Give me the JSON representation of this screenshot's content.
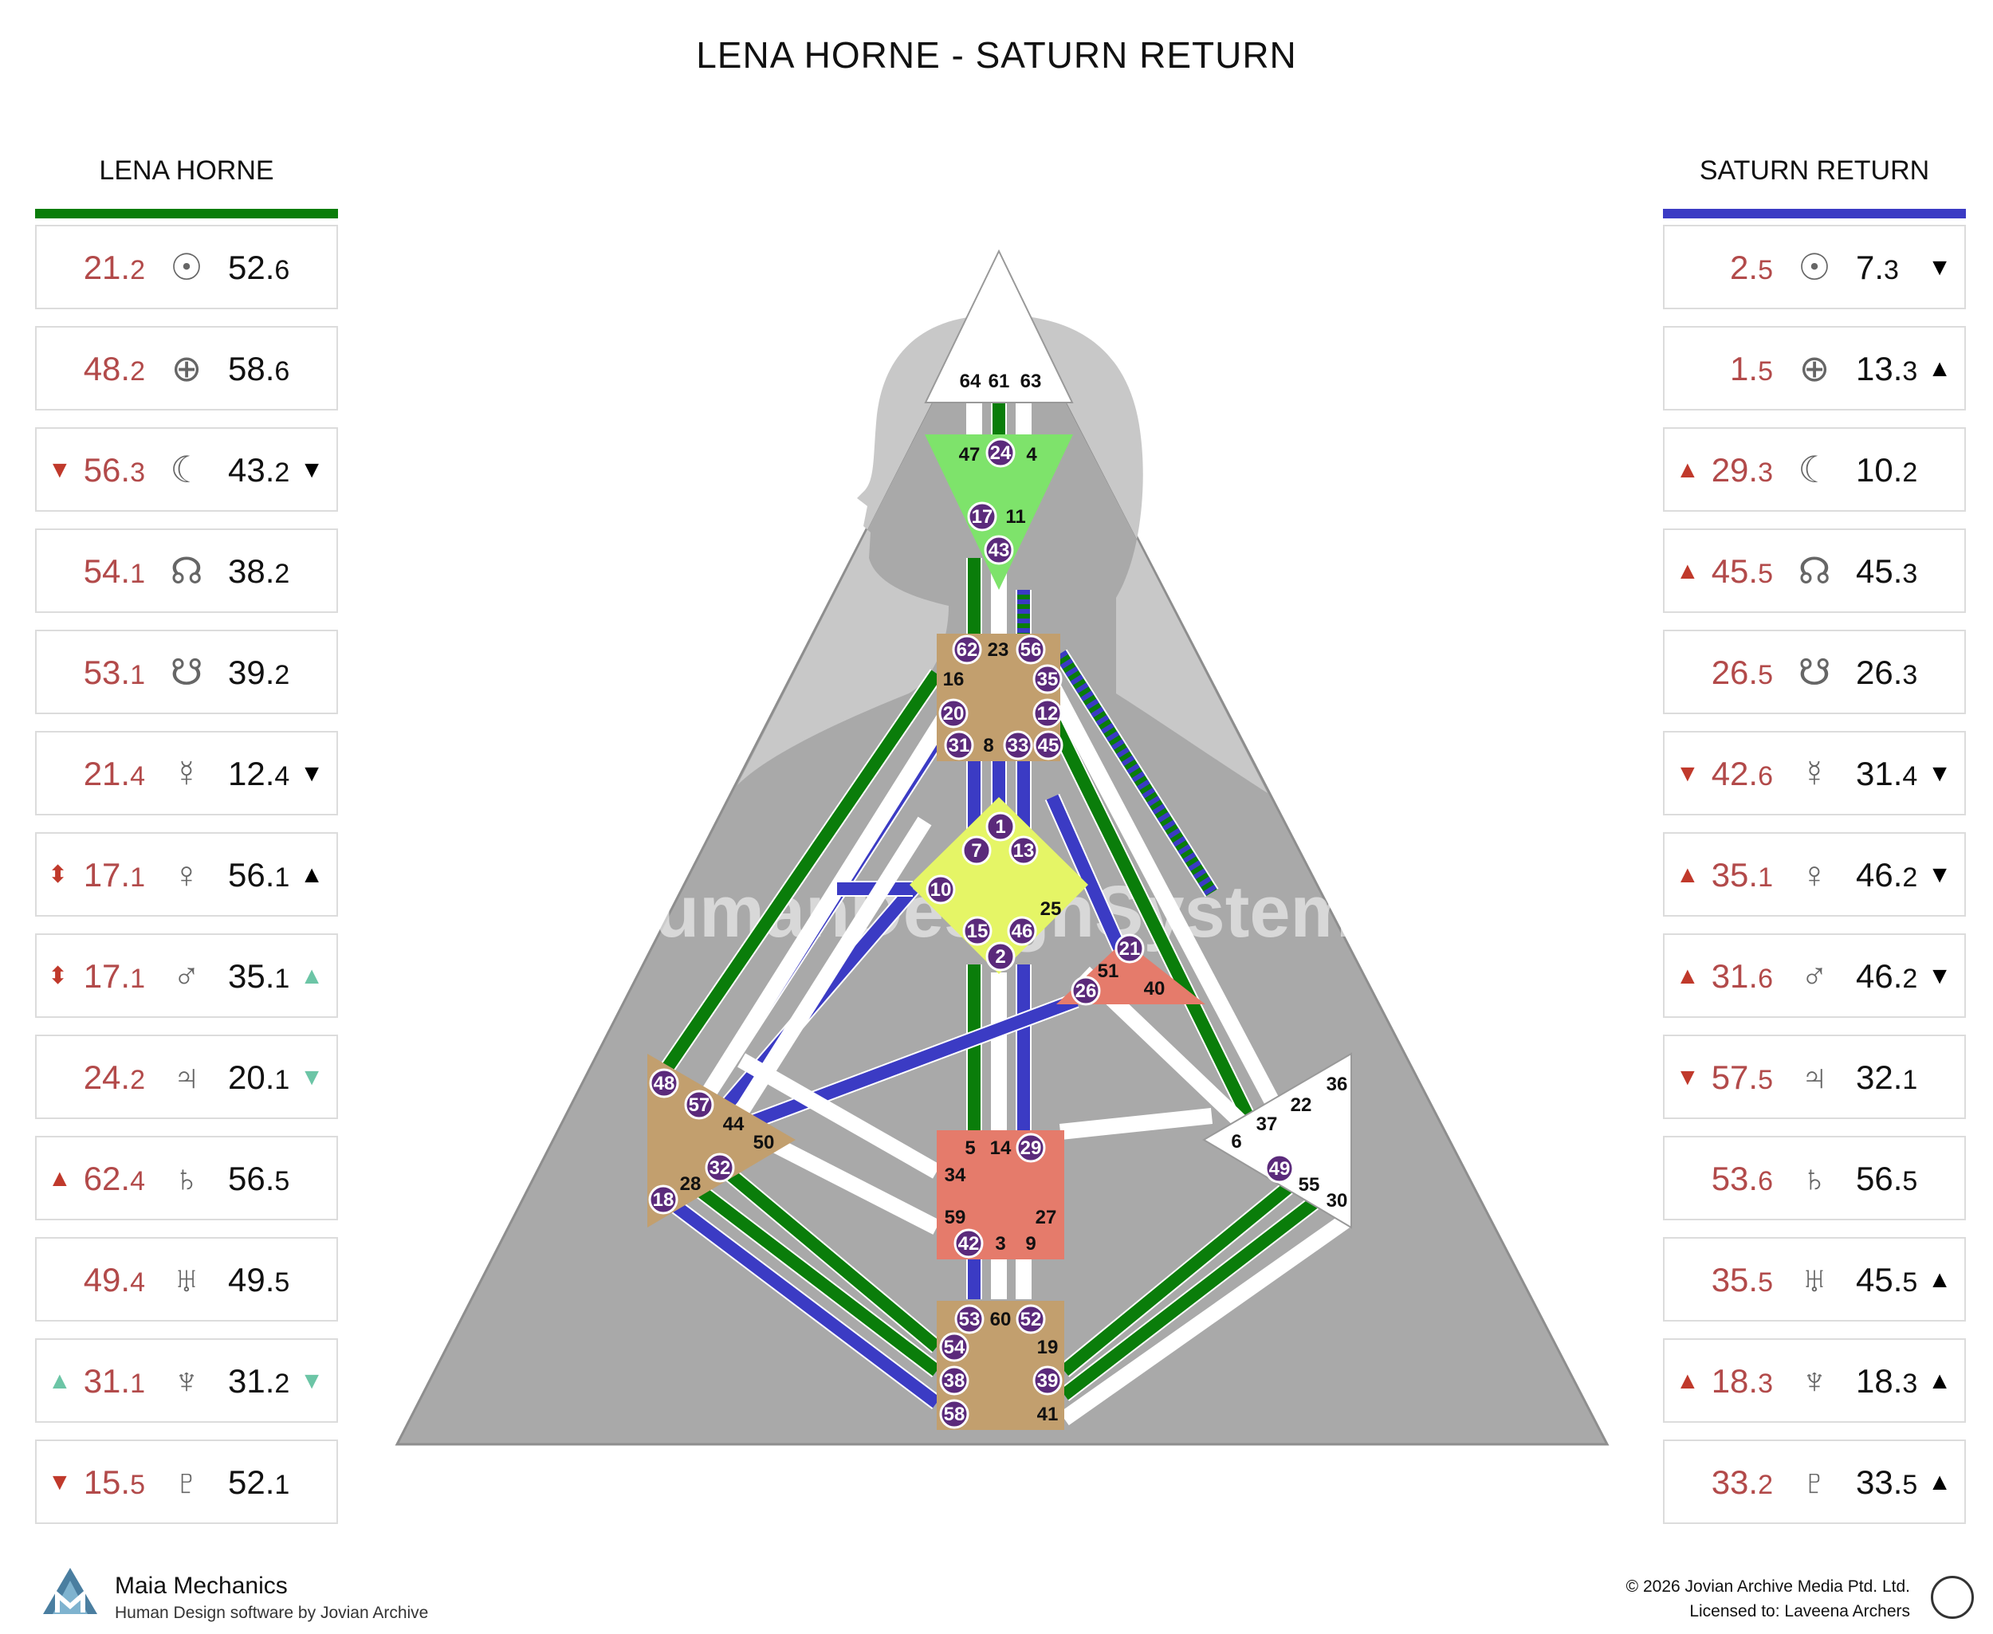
{
  "title": "LENA HORNE - SATURN RETURN",
  "watermark": "TheHumanDesignSystem.com",
  "left": {
    "heading": "LENA HORNE",
    "bar_color": "#0a7d0a",
    "rows": [
      {
        "planet": "sun-icon",
        "glyph": "☉",
        "a": "21.",
        "a_sub": "2",
        "b": "52.",
        "b_sub": "6",
        "la": "",
        "ra": ""
      },
      {
        "planet": "earth-icon",
        "glyph": "⊕",
        "a": "48.",
        "a_sub": "2",
        "b": "58.",
        "b_sub": "6",
        "la": "",
        "ra": ""
      },
      {
        "planet": "moon-icon",
        "glyph": "☾",
        "a": "56.",
        "a_sub": "3",
        "b": "43.",
        "b_sub": "2",
        "la": "▼",
        "la_c": "r-red",
        "ra": "▼",
        "ra_c": "r-blk"
      },
      {
        "planet": "north-node-icon",
        "glyph": "☊",
        "a": "54.",
        "a_sub": "1",
        "b": "38.",
        "b_sub": "2",
        "la": "",
        "ra": ""
      },
      {
        "planet": "south-node-icon",
        "glyph": "☋",
        "a": "53.",
        "a_sub": "1",
        "b": "39.",
        "b_sub": "2",
        "la": "",
        "ra": ""
      },
      {
        "planet": "mercury-icon",
        "glyph": "☿",
        "a": "21.",
        "a_sub": "4",
        "b": "12.",
        "b_sub": "4",
        "la": "",
        "ra": "▼",
        "ra_c": "r-blk"
      },
      {
        "planet": "venus-icon",
        "glyph": "♀",
        "a": "17.",
        "a_sub": "1",
        "b": "56.",
        "b_sub": "1",
        "la": "⬍",
        "la_c": "r-red",
        "ra": "▲",
        "ra_c": "r-blk"
      },
      {
        "planet": "mars-icon",
        "glyph": "♂",
        "a": "17.",
        "a_sub": "1",
        "b": "35.",
        "b_sub": "1",
        "la": "⬍",
        "la_c": "r-red",
        "ra": "▲",
        "ra_c": "r-teal"
      },
      {
        "planet": "jupiter-icon",
        "glyph": "♃",
        "a": "24.",
        "a_sub": "2",
        "b": "20.",
        "b_sub": "1",
        "la": "",
        "ra": "▼",
        "ra_c": "r-teal"
      },
      {
        "planet": "saturn-icon",
        "glyph": "♄",
        "a": "62.",
        "a_sub": "4",
        "b": "56.",
        "b_sub": "5",
        "la": "▲",
        "la_c": "r-red",
        "ra": ""
      },
      {
        "planet": "uranus-icon",
        "glyph": "♅",
        "a": "49.",
        "a_sub": "4",
        "b": "49.",
        "b_sub": "5",
        "la": "",
        "ra": ""
      },
      {
        "planet": "neptune-icon",
        "glyph": "♆",
        "a": "31.",
        "a_sub": "1",
        "b": "31.",
        "b_sub": "2",
        "la": "▲",
        "la_c": "r-teal",
        "ra": "▼",
        "ra_c": "r-teal"
      },
      {
        "planet": "pluto-icon",
        "glyph": "♇",
        "a": "15.",
        "a_sub": "5",
        "b": "52.",
        "b_sub": "1",
        "la": "▼",
        "la_c": "r-red",
        "ra": ""
      }
    ]
  },
  "right": {
    "heading": "SATURN RETURN",
    "bar_color": "#3b3bc4",
    "rows": [
      {
        "planet": "sun-icon",
        "glyph": "☉",
        "a": "2.",
        "a_sub": "5",
        "b": "7.",
        "b_sub": "3",
        "la": "",
        "ra": "▼",
        "ra_c": "r-blk"
      },
      {
        "planet": "earth-icon",
        "glyph": "⊕",
        "a": "1.",
        "a_sub": "5",
        "b": "13.",
        "b_sub": "3",
        "la": "",
        "ra": "▲",
        "ra_c": "r-blk"
      },
      {
        "planet": "moon-icon",
        "glyph": "☾",
        "a": "29.",
        "a_sub": "3",
        "b": "10.",
        "b_sub": "2",
        "la": "▲",
        "la_c": "r-red",
        "ra": ""
      },
      {
        "planet": "north-node-icon",
        "glyph": "☊",
        "a": "45.",
        "a_sub": "5",
        "b": "45.",
        "b_sub": "3",
        "la": "▲",
        "la_c": "r-red",
        "ra": ""
      },
      {
        "planet": "south-node-icon",
        "glyph": "☋",
        "a": "26.",
        "a_sub": "5",
        "b": "26.",
        "b_sub": "3",
        "la": "",
        "ra": ""
      },
      {
        "planet": "mercury-icon",
        "glyph": "☿",
        "a": "42.",
        "a_sub": "6",
        "b": "31.",
        "b_sub": "4",
        "la": "▼",
        "la_c": "r-red",
        "ra": "▼",
        "ra_c": "r-blk"
      },
      {
        "planet": "venus-icon",
        "glyph": "♀",
        "a": "35.",
        "a_sub": "1",
        "b": "46.",
        "b_sub": "2",
        "la": "▲",
        "la_c": "r-red",
        "ra": "▼",
        "ra_c": "r-blk"
      },
      {
        "planet": "mars-icon",
        "glyph": "♂",
        "a": "31.",
        "a_sub": "6",
        "b": "46.",
        "b_sub": "2",
        "la": "▲",
        "la_c": "r-red",
        "ra": "▼",
        "ra_c": "r-blk"
      },
      {
        "planet": "jupiter-icon",
        "glyph": "♃",
        "a": "57.",
        "a_sub": "5",
        "b": "32.",
        "b_sub": "1",
        "la": "▼",
        "la_c": "r-red",
        "ra": ""
      },
      {
        "planet": "saturn-icon",
        "glyph": "♄",
        "a": "53.",
        "a_sub": "6",
        "b": "56.",
        "b_sub": "5",
        "la": "",
        "ra": ""
      },
      {
        "planet": "uranus-icon",
        "glyph": "♅",
        "a": "35.",
        "a_sub": "5",
        "b": "45.",
        "b_sub": "5",
        "la": "",
        "ra": "▲",
        "ra_c": "r-blk"
      },
      {
        "planet": "neptune-icon",
        "glyph": "♆",
        "a": "18.",
        "a_sub": "3",
        "b": "18.",
        "b_sub": "3",
        "la": "▲",
        "la_c": "r-red",
        "ra": "▲",
        "ra_c": "r-blk"
      },
      {
        "planet": "pluto-icon",
        "glyph": "♇",
        "a": "33.",
        "a_sub": "2",
        "b": "33.",
        "b_sub": "5",
        "la": "",
        "ra": "▲",
        "ra_c": "r-blk"
      }
    ]
  },
  "colors": {
    "personality": "#0a7d0a",
    "design": "#3b3bc4",
    "hatched": "#3b3bc4",
    "head": "#ffffff",
    "ajna": "#7ee36b",
    "throat": "#c29f6e",
    "g": "#e5f566",
    "heart": "#e57b6b",
    "sacral": "#e57b6b",
    "spleen": "#c29f6e",
    "solar": "#ffffff",
    "root": "#c29f6e",
    "gate_dot": "#5b2a7b"
  },
  "centers": {
    "head": {
      "gates": [
        "64",
        "61",
        "63"
      ]
    },
    "ajna": {
      "gates": [
        "47",
        "24",
        "4",
        "17",
        "11",
        "43"
      ]
    },
    "throat": {
      "gates": [
        "62",
        "23",
        "56",
        "16",
        "35",
        "20",
        "12",
        "31",
        "8",
        "33",
        "45"
      ]
    },
    "g": {
      "gates": [
        "1",
        "7",
        "13",
        "10",
        "25",
        "15",
        "46",
        "2"
      ]
    },
    "heart": {
      "gates": [
        "21",
        "51",
        "26",
        "40"
      ]
    },
    "spleen": {
      "gates": [
        "48",
        "57",
        "44",
        "50",
        "32",
        "28",
        "18"
      ]
    },
    "sacral": {
      "gates": [
        "5",
        "14",
        "29",
        "34",
        "27",
        "59",
        "42",
        "3",
        "9"
      ]
    },
    "solar": {
      "gates": [
        "36",
        "22",
        "37",
        "6",
        "49",
        "55",
        "30"
      ]
    },
    "root": {
      "gates": [
        "53",
        "60",
        "52",
        "54",
        "19",
        "38",
        "39",
        "58",
        "41"
      ]
    }
  },
  "active_gates": [
    "24",
    "17",
    "43",
    "62",
    "56",
    "35",
    "20",
    "12",
    "31",
    "33",
    "45",
    "1",
    "7",
    "13",
    "10",
    "15",
    "46",
    "2",
    "21",
    "26",
    "48",
    "57",
    "32",
    "18",
    "29",
    "49",
    "42",
    "53",
    "52",
    "54",
    "38",
    "39",
    "58"
  ],
  "footer": {
    "brand": "Maia Mechanics",
    "brand_sub": "Human Design software by Jovian Archive",
    "copyright": "© 2026 Jovian Archive Media Ptd. Ltd.",
    "license": "Licensed to: Laveena Archers"
  }
}
